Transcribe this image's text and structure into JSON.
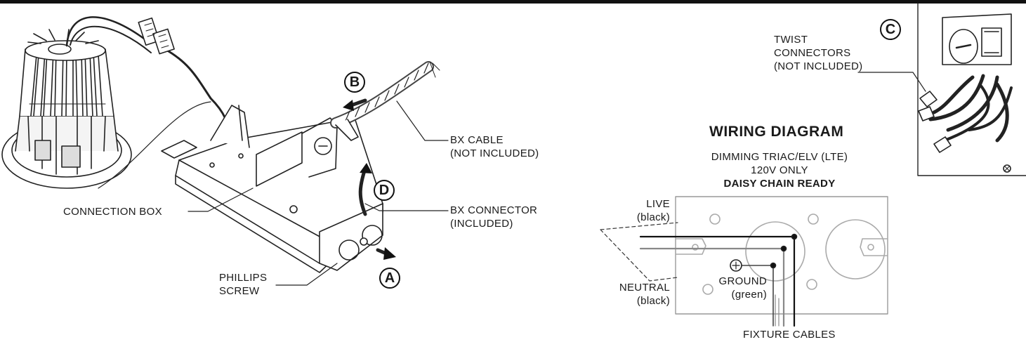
{
  "callouts": {
    "a": "A",
    "b": "B",
    "c": "C",
    "d": "D"
  },
  "labels": {
    "bx_cable": [
      "BX CABLE",
      "(NOT INCLUDED)"
    ],
    "bx_connector": [
      "BX CONNECTOR",
      "(INCLUDED)"
    ],
    "connection_box": "CONNECTION BOX",
    "phillips_screw": [
      "PHILLIPS",
      "SCREW"
    ],
    "twist_connectors": [
      "TWIST",
      "CONNECTORS",
      "(NOT INCLUDED)"
    ]
  },
  "wiring": {
    "title": "WIRING DIAGRAM",
    "subtitle_1": "DIMMING TRIAC/ELV (LTE)",
    "subtitle_2": "120V ONLY",
    "subtitle_3": "DAISY CHAIN READY",
    "live": [
      "LIVE",
      "(black)"
    ],
    "neutral": [
      "NEUTRAL",
      "(black)"
    ],
    "ground": [
      "GROUND",
      "(green)"
    ],
    "fixture_cables": "FIXTURE CABLES"
  }
}
